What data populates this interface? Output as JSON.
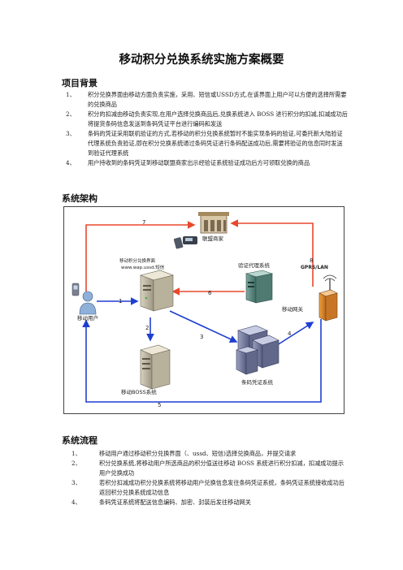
{
  "title": "移动积分兑换系统实施方案概要",
  "sections": {
    "background": {
      "heading": "项目背景",
      "items": [
        {
          "num": "1、",
          "text": "积分兑换界面由移动方面负责实施，采用、短信或USSD方式,在该界面上用户可以方便的选择所需要的兑换商品"
        },
        {
          "num": "2、",
          "text": "积分的扣减由移动负责实现,在用户选择兑换商品后,兑换系统进入 BOSS 进行积分的扣减,扣减成功后将提货条码信息发送到条码凭证平台进行编码和发送"
        },
        {
          "num": "3、",
          "text": "条码的凭证采用联机验证的方式,若移动的积分兑换系统暂时不能实现条码的验证,可委托新大陆验证代理系统负责验证,即在积分兑换系统通过条码凭证进行条码配送成功后,需要将验证的信息同时发送到验证代理系统"
        },
        {
          "num": "4、",
          "text": "用户持收到的条码凭证到移动联盟商家出示经验证系统验证成功后方可领取兑换的商品"
        }
      ]
    },
    "architecture": {
      "heading": "系统架构"
    },
    "flow": {
      "heading": "系统流程",
      "items": [
        {
          "num": "1、",
          "text": "移动用户通过移动积分兑换界面（、ussd、短信)选择兑换商品，并提交请求"
        },
        {
          "num": "2、",
          "text": "积分兑换系统,将移动用户所选商品的积分值送往移动 BOSS 系统进行积分扣减，扣减成功提示用户兑换成功"
        },
        {
          "num": "3、",
          "text": "若积分扣减成功积分兑换系统将移动用户兑换信息发往条码凭证系统，条码凭证系统接收成功后返回积分兑换系统成功信息"
        },
        {
          "num": "4、",
          "text": "条码凭证系统将配送信息编码、加密、封装后发往移动网关"
        }
      ]
    }
  },
  "diagram": {
    "nodes": {
      "merchant": "联盟商家",
      "exchange_line1": "移动积分兑换界面",
      "exchange_line2": "www.wap.ussd.短信",
      "proxy": "验证代理系统",
      "gprs": "GPRS/LAN",
      "user": "移动用户",
      "gateway": "移动网关",
      "boss": "移动BOSS系统",
      "barcode": "条码凭证系统"
    },
    "arrows": {
      "a1": "1",
      "a2": "2",
      "a3": "3",
      "a4": "4",
      "a5": "5",
      "a6": "6",
      "a7": "7",
      "a8": "8"
    },
    "colors": {
      "red_line": "#e8482c",
      "blue_line": "#1f3fd1",
      "frame": "#444444"
    }
  }
}
